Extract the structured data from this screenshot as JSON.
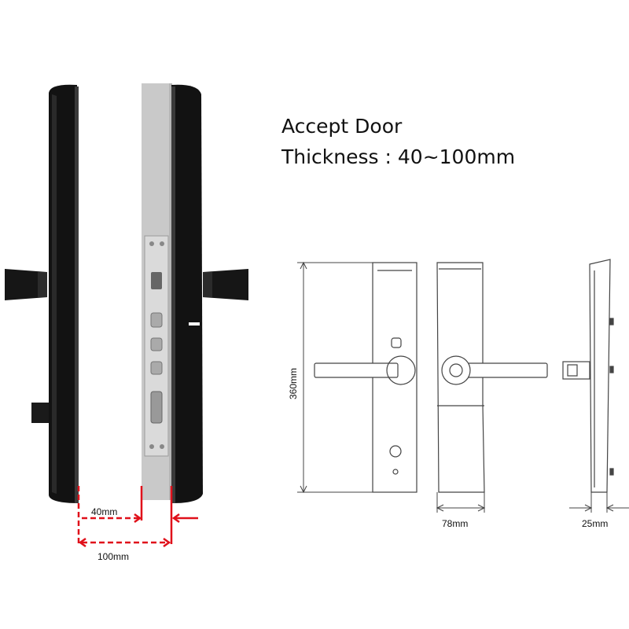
{
  "heading": {
    "line1": "Accept Door",
    "line2": "Thickness : 40~100mm"
  },
  "dimensions": {
    "min_thickness": "40mm",
    "max_thickness": "100mm",
    "height": "360mm",
    "width": "78mm",
    "depth": "25mm"
  },
  "colors": {
    "red_dimension": "#e0101a",
    "lock_body": "#111111",
    "door_panel": "#c9c9c9",
    "mortise_plate": "#d6d6d6",
    "outline": "#444444"
  }
}
